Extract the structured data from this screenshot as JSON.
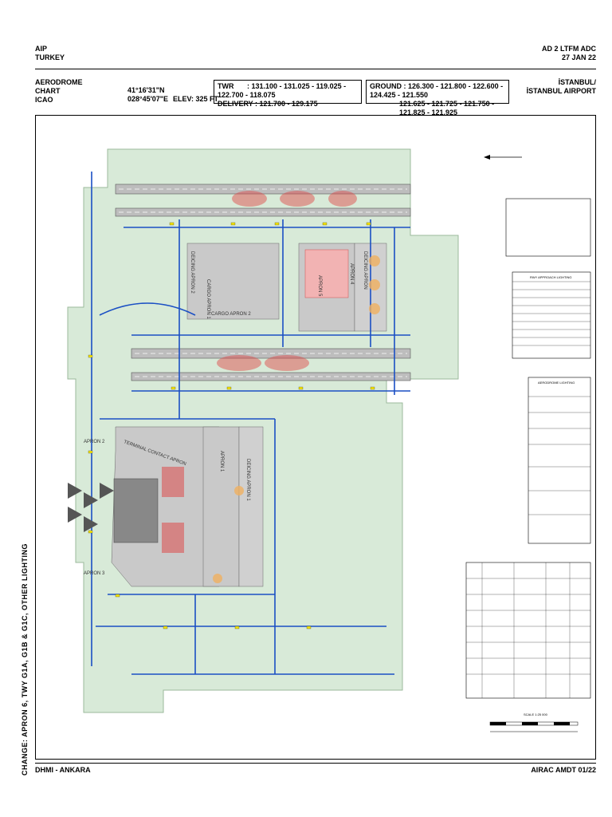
{
  "header": {
    "left_line1": "AIP",
    "left_line2": "TURKEY",
    "right_line1": "AD 2 LTFM ADC",
    "right_line2": "27 JAN 22"
  },
  "info": {
    "title_line1": "AERODROME",
    "title_line2": "CHART",
    "title_line3": "ICAO",
    "lat": "41°16'31\"N",
    "lon": "028°45'07\"E",
    "elev": "ELEV: 325 FT",
    "twr_label": "TWR",
    "twr_freqs": ": 131.100 - 131.025 - 119.025 - 122.700 - 118.075",
    "delivery_label": "DELIVERY",
    "delivery_freqs": ": 121.700 - 129.175",
    "ground_label": "GROUND",
    "ground_freqs_1": ": 126.300 - 121.800 - 122.600 - 124.425 - 121.550",
    "ground_freqs_2": "121.625 - 121.725 - 121.750 - 121.825 - 121.925",
    "city": "İSTANBUL/",
    "airport": "İSTANBUL AIRPORT"
  },
  "chart": {
    "apron_labels": [
      "CARGO APRON 1",
      "CARGO APRON 2",
      "DEICING APRON 2",
      "APRON 5",
      "DEICING APRON",
      "APRON 4",
      "TERMINAL CONTACT APRON",
      "DEICING APRON 1",
      "APRON 1",
      "APRON 2",
      "APRON 3"
    ],
    "side_note": "CHANGE: APRON 6, TWY G1A, G1B & G1C, OTHER LIGHTING",
    "runway_tables_title": "RWY APPROACH LIGHTING",
    "lighting_title": "AERODROME LIGHTING",
    "scale_label": "SCALE 1:25 000"
  },
  "colors": {
    "grass": "#d8ead8",
    "pavement": "#c9c9c9",
    "taxiway_line": "#1a4fc4",
    "hotspot": "#e04040",
    "deicing": "#f0b060",
    "marker": "#f5e400"
  },
  "footer": {
    "left": "DHMI - ANKARA",
    "right": "AIRAC AMDT 01/22"
  }
}
